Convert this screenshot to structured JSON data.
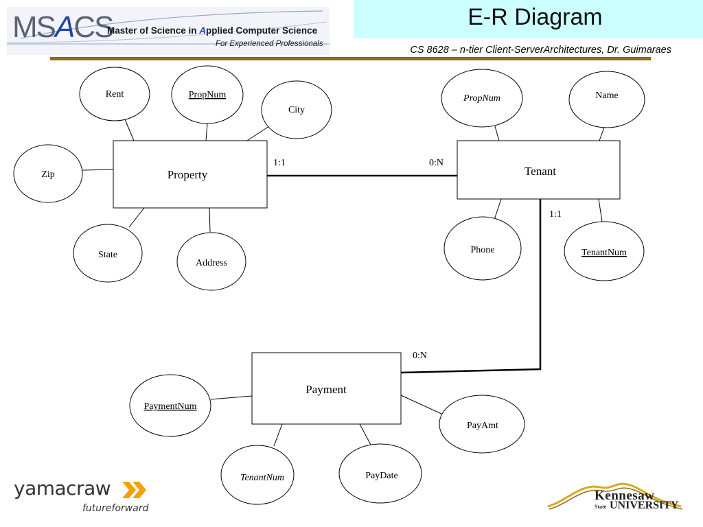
{
  "header": {
    "logo_short_pre": "MS",
    "logo_short_a": "A",
    "logo_short_post": "CS",
    "logo_full_pre": "Master of Science in ",
    "logo_full_a": "A",
    "logo_full_post": "pplied Computer Science",
    "logo_tagline": "For Experienced Professionals",
    "title": "E-R Diagram",
    "course_line": "CS 8628 – n-tier Client-ServerArchitectures, Dr. Guimaraes"
  },
  "diagram": {
    "entities": [
      {
        "id": "property",
        "label": "Property"
      },
      {
        "id": "tenant",
        "label": "Tenant"
      },
      {
        "id": "payment",
        "label": "Payment"
      }
    ],
    "attributes": [
      {
        "id": "rent",
        "entity": "property",
        "label": "Rent",
        "style": "plain"
      },
      {
        "id": "propnum-pk",
        "entity": "property",
        "label": "PropNum",
        "style": "key"
      },
      {
        "id": "city",
        "entity": "property",
        "label": "City",
        "style": "plain"
      },
      {
        "id": "zip",
        "entity": "property",
        "label": "Zip",
        "style": "plain"
      },
      {
        "id": "state",
        "entity": "property",
        "label": "State",
        "style": "plain"
      },
      {
        "id": "address",
        "entity": "property",
        "label": "Address",
        "style": "plain"
      },
      {
        "id": "propnum-fk",
        "entity": "tenant",
        "label": "PropNum",
        "style": "foreign"
      },
      {
        "id": "name",
        "entity": "tenant",
        "label": "Name",
        "style": "plain"
      },
      {
        "id": "phone",
        "entity": "tenant",
        "label": "Phone",
        "style": "plain"
      },
      {
        "id": "tenantnum-pk",
        "entity": "tenant",
        "label": "TenantNum",
        "style": "key"
      },
      {
        "id": "paymentnum",
        "entity": "payment",
        "label": "PaymentNum",
        "style": "key"
      },
      {
        "id": "tenantnum-fk",
        "entity": "payment",
        "label": "TenantNum",
        "style": "foreign"
      },
      {
        "id": "paydate",
        "entity": "payment",
        "label": "PayDate",
        "style": "plain"
      },
      {
        "id": "payamt",
        "entity": "payment",
        "label": "PayAmt",
        "style": "plain"
      }
    ],
    "relationships": [
      {
        "id": "property-tenant",
        "from": "property",
        "to": "tenant",
        "from_cardinality": "1:1",
        "to_cardinality": "0:N"
      },
      {
        "id": "tenant-payment",
        "from": "tenant",
        "to": "payment",
        "from_cardinality": "1:1",
        "to_cardinality": "0:N"
      }
    ]
  },
  "footer": {
    "yamacraw": "yamacraw",
    "yamacraw_tagline": "futureforward",
    "ksu_line1": "Kennesaw",
    "ksu_state": "State",
    "ksu_line2": "UNIVERSITY"
  },
  "colors": {
    "title_bg": "#ccffff",
    "rule": "#8a6d18",
    "yamacraw_arrows": "#f5a000",
    "msacs_accent": "#2046a8"
  }
}
